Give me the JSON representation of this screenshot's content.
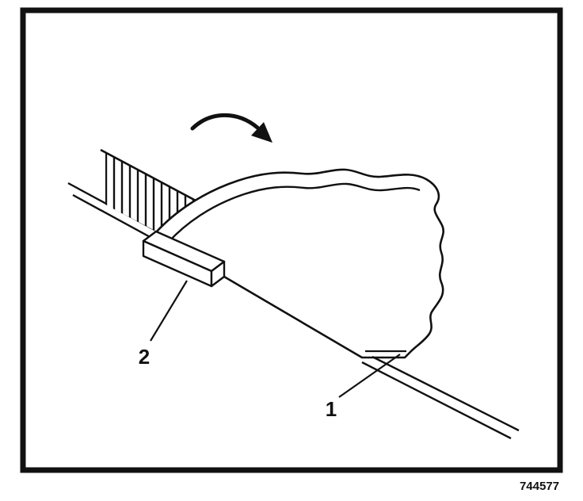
{
  "figure": {
    "caption": "744577",
    "labels": {
      "part1": "1",
      "part2": "2"
    }
  },
  "icons": {
    "arrow": "curved-arrow-icon"
  },
  "colors": {
    "ink": "#111111",
    "background": "#ffffff"
  }
}
